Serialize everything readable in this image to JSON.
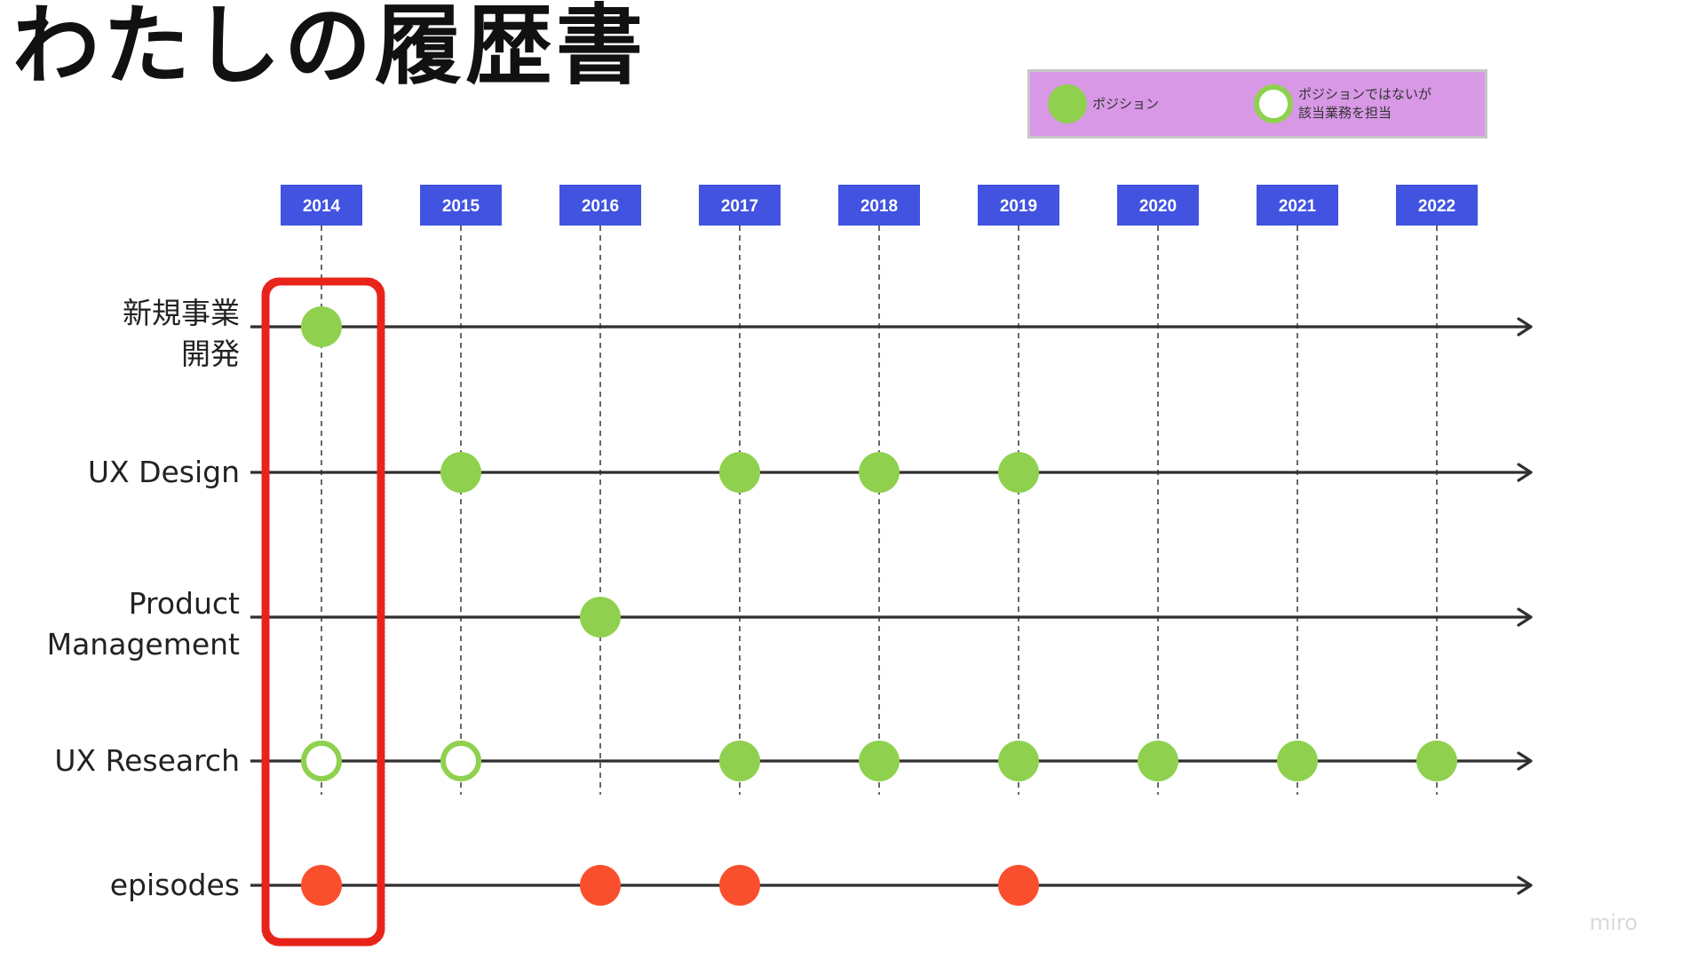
{
  "title": "わたしの履歴書",
  "legend": {
    "position_label": "ポジション",
    "acting_label": "ポジションではないが\n該当業務を担当"
  },
  "colors": {
    "year_header": "#4153e0",
    "position": "#8fd14f",
    "episode": "#fa4f2d",
    "legend_bg": "#d898e6",
    "highlight": "#e8241a"
  },
  "years": [
    "2014",
    "2015",
    "2016",
    "2017",
    "2018",
    "2019",
    "2020",
    "2021",
    "2022"
  ],
  "rows": [
    {
      "label": "新規事業\n開発",
      "marks": [
        {
          "year": "2014",
          "kind": "position"
        }
      ]
    },
    {
      "label": "UX Design",
      "marks": [
        {
          "year": "2015",
          "kind": "position"
        },
        {
          "year": "2017",
          "kind": "position"
        },
        {
          "year": "2018",
          "kind": "position"
        },
        {
          "year": "2019",
          "kind": "position"
        }
      ]
    },
    {
      "label": "Product\nManagement",
      "marks": [
        {
          "year": "2016",
          "kind": "position"
        }
      ]
    },
    {
      "label": "UX Research",
      "marks": [
        {
          "year": "2014",
          "kind": "acting"
        },
        {
          "year": "2015",
          "kind": "acting"
        },
        {
          "year": "2017",
          "kind": "position"
        },
        {
          "year": "2018",
          "kind": "position"
        },
        {
          "year": "2019",
          "kind": "position"
        },
        {
          "year": "2020",
          "kind": "position"
        },
        {
          "year": "2021",
          "kind": "position"
        },
        {
          "year": "2022",
          "kind": "position"
        }
      ]
    },
    {
      "label": "episodes",
      "marks": [
        {
          "year": "2014",
          "kind": "episode"
        },
        {
          "year": "2016",
          "kind": "episode"
        },
        {
          "year": "2017",
          "kind": "episode"
        },
        {
          "year": "2019",
          "kind": "episode"
        }
      ]
    }
  ],
  "highlight_year": "2014",
  "watermark": "miro"
}
